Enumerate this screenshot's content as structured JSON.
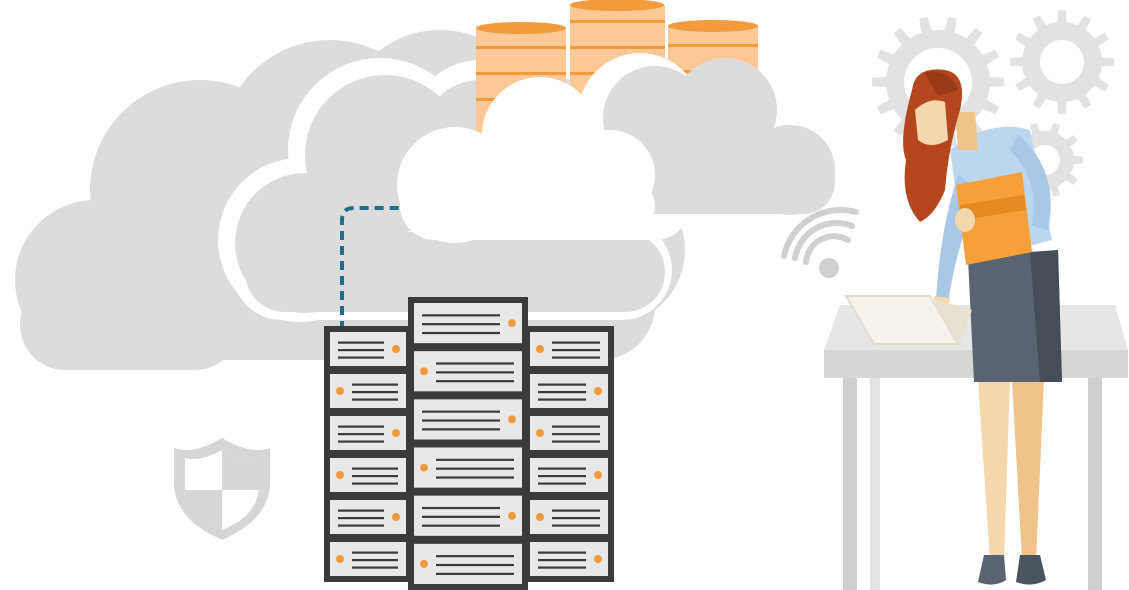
{
  "illustration": {
    "subject": "",
    "elements": [
      "clouds",
      "database-stack",
      "server-racks",
      "shield",
      "wifi-signal",
      "gears",
      "woman-with-folder",
      "laptop",
      "desk"
    ]
  },
  "colors": {
    "background": "#ffffff",
    "cloud": "#dcdcdc",
    "cloud_light": "#e6e6e6",
    "database": "#ffc896",
    "database_band": "#f39a3c",
    "server_body": "#3b3b3b",
    "server_unit": "#e8e8e8",
    "server_led": "#f39a3c",
    "connector": "#1f6f8b",
    "shield": "#d4d4d4",
    "gear": "#e2e2e2",
    "wifi": "#d0d0d0",
    "hair": "#b5471f",
    "skin": "#f5d7ae",
    "shirt": "#bcd6ee",
    "skirt": "#5a6470",
    "folder": "#f7a03a",
    "desk": "#dedede",
    "desk_legs": "#cfcfcf",
    "laptop": "#f7f3ec"
  },
  "server_racks": {
    "count": 3,
    "units_per_rack": 6
  },
  "database": {
    "cylinders": 3
  }
}
